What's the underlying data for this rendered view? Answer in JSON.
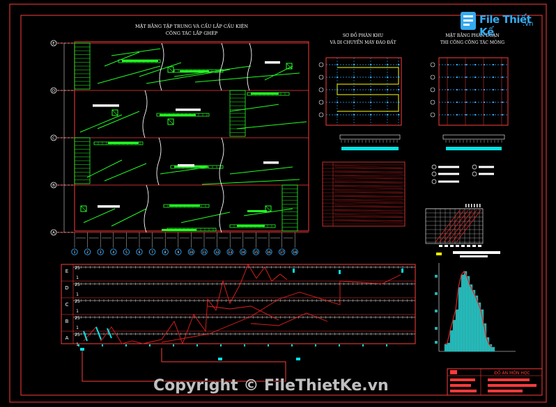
{
  "titles": {
    "plan_main_1": "MẶT BẰNG TẬP TRUNG VÀ CẨU LẮP CẤU KIỆN",
    "plan_main_2": "CÔNG TÁC LẮP GHÉP",
    "zoning_1": "SƠ ĐỒ PHÂN KHU",
    "zoning_2": "VÀ DI CHUYỂN MÁY ĐÀO ĐẤT",
    "foundation_1": "MẶT BẰNG PHÂN ĐOẠN",
    "foundation_2": "THI CÔNG CÔNG TÁC MÓNG",
    "title_block": "ĐỒ ÁN MÔN HỌC"
  },
  "grid_rows": [
    "E",
    "D",
    "C",
    "B",
    "A"
  ],
  "grid_cols": [
    "1",
    "2",
    "3",
    "4",
    "5",
    "6",
    "7",
    "8",
    "9",
    "10",
    "11",
    "12",
    "13",
    "14",
    "15",
    "16",
    "17",
    "18"
  ],
  "schedule": {
    "rows": [
      "E",
      "D",
      "C",
      "B",
      "A"
    ],
    "scale_top": "25",
    "scale_bottom": "1"
  },
  "brand": {
    "name": "File Thiết Kế",
    "domain": ".vn",
    "watermark": "Copyright © FileThietKe.vn"
  },
  "colors": {
    "background": "#000000",
    "border": "#ff3b3b",
    "structure": "#22ff22",
    "grid": "#ffffff",
    "dashed": "#2aa8ff",
    "cyan": "#00e5e5",
    "yellow": "#ffff00",
    "magenta": "#ff33ff",
    "line_red": "#e82020"
  }
}
